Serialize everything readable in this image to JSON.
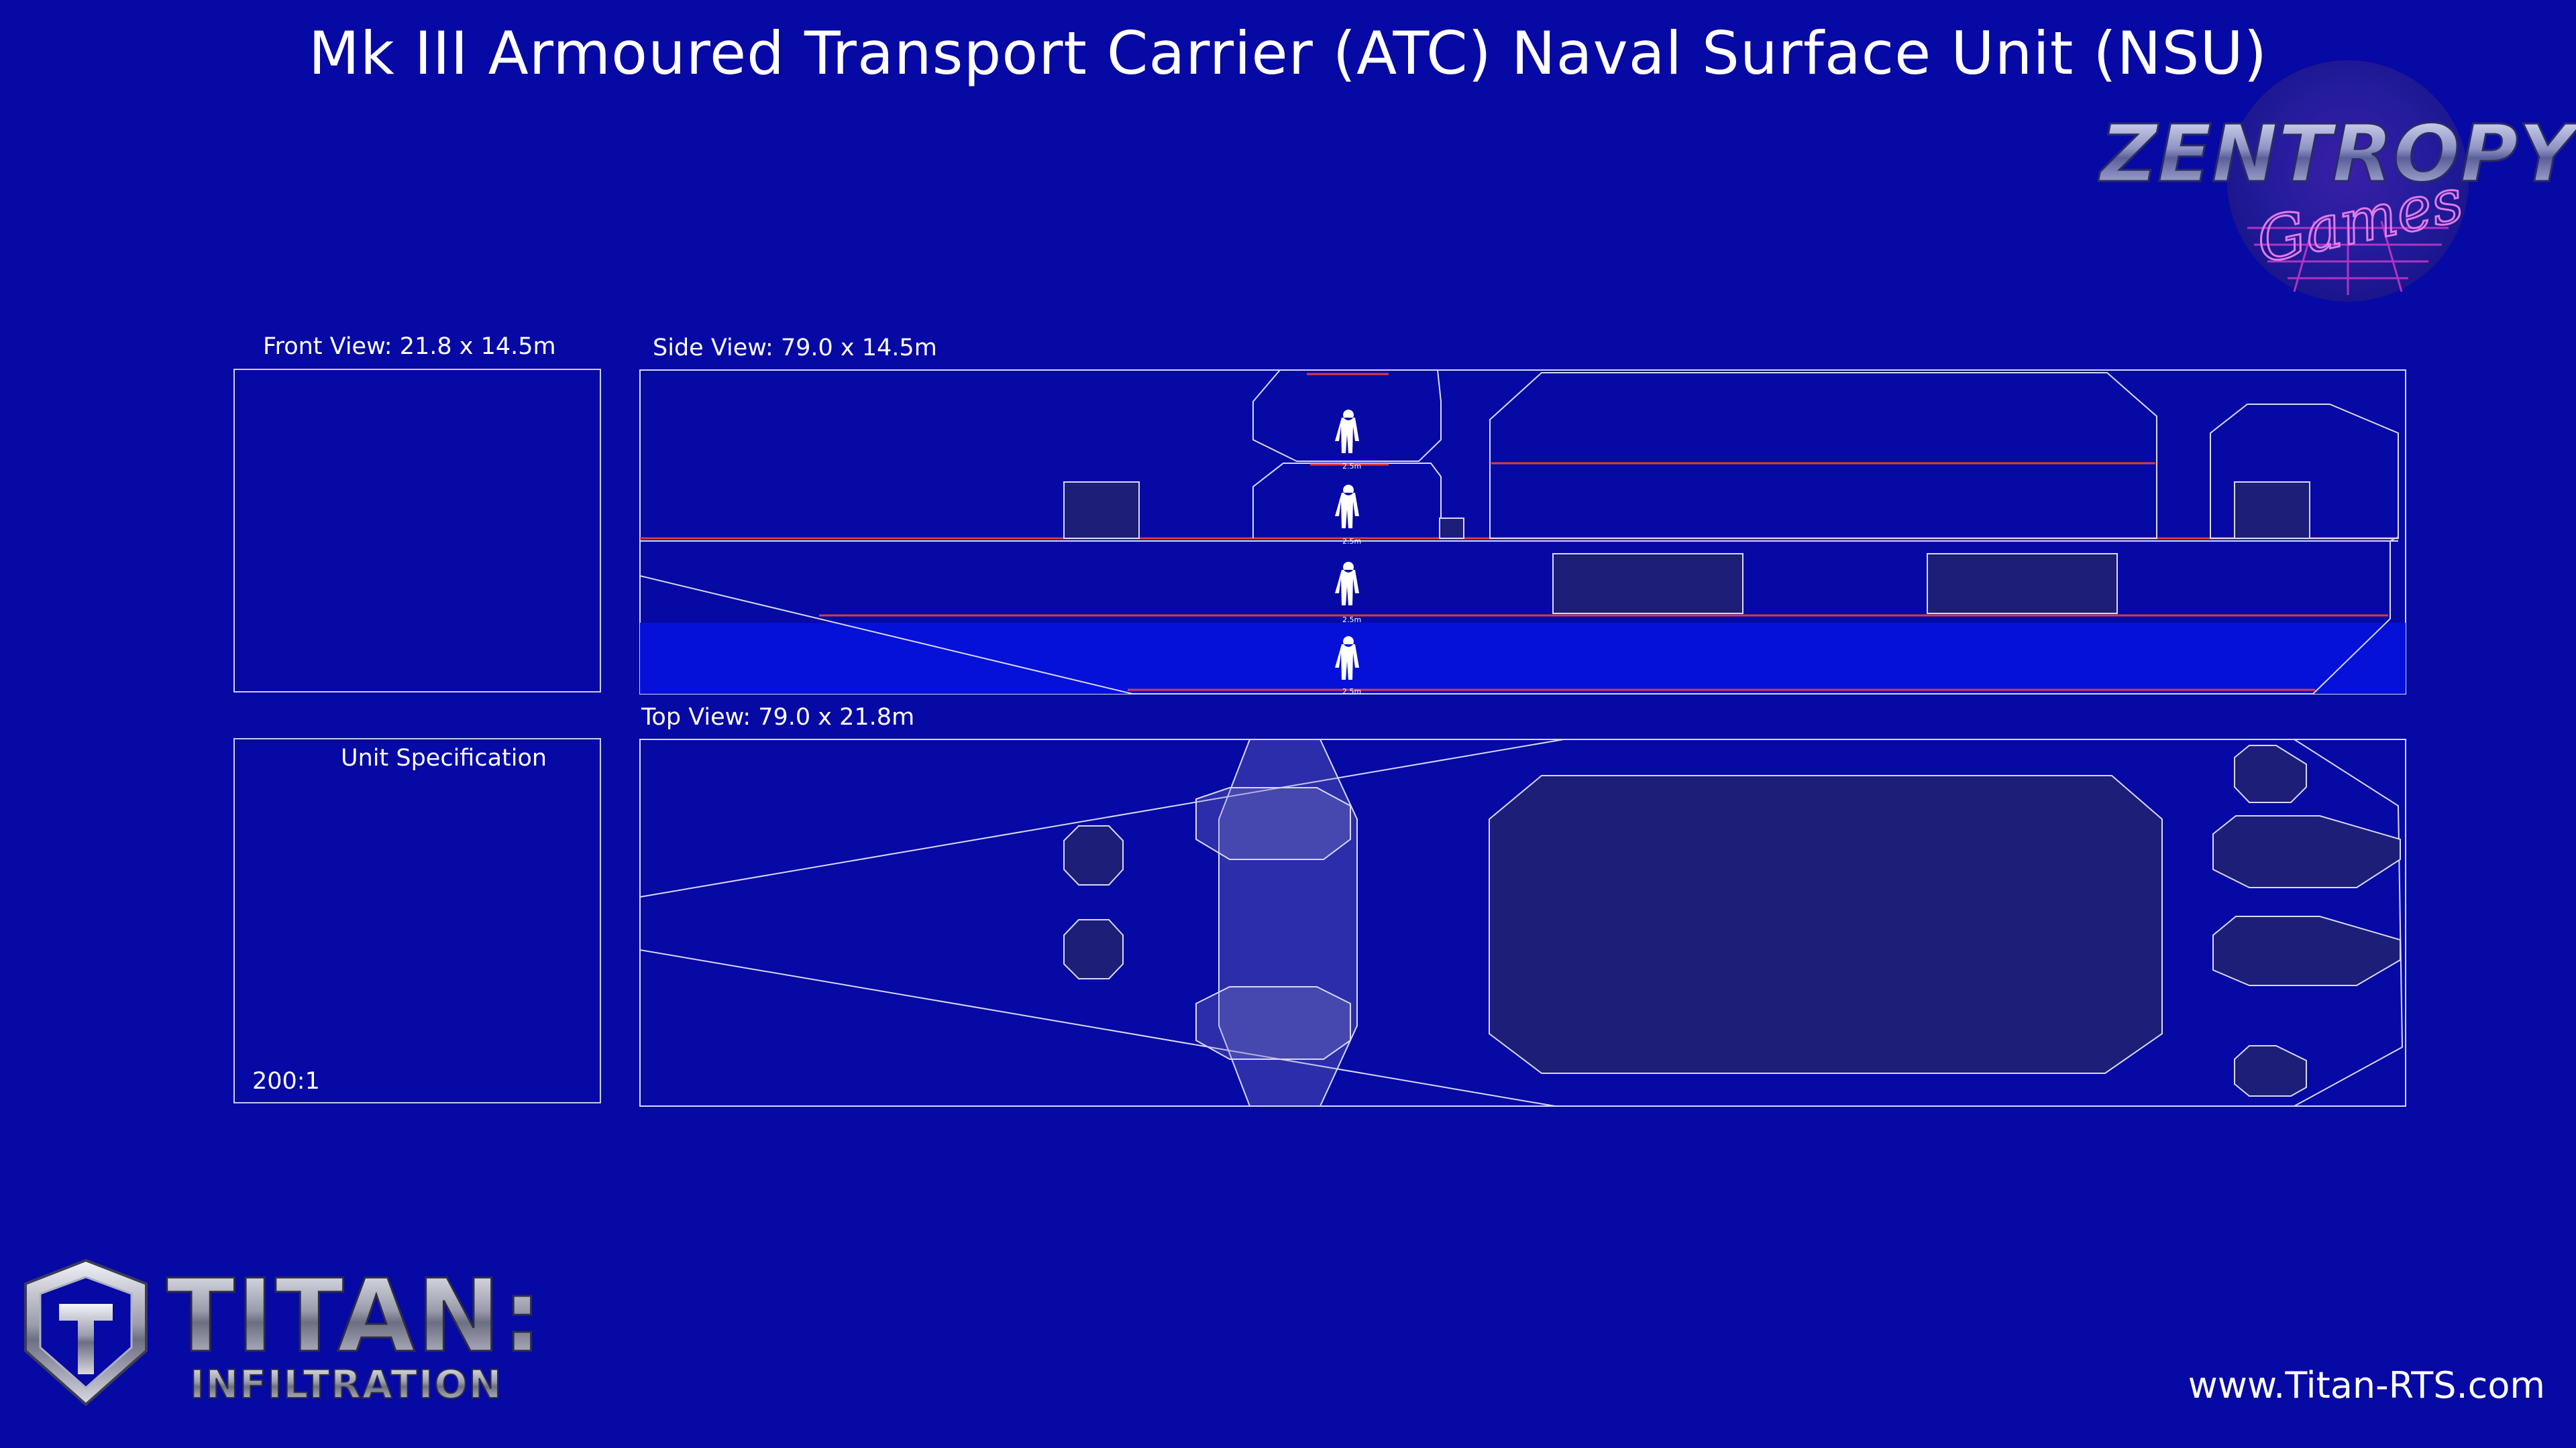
{
  "title": "Mk III Armoured Transport Carrier (ATC) Naval Surface Unit (NSU)",
  "views": {
    "front_label": "Front View: 21.8 x 14.5m",
    "side_label": "Side View: 79.0 x 14.5m",
    "top_label": "Top View: 79.0 x 21.8m"
  },
  "spec": {
    "title": "Unit Specification",
    "scale": "200:1"
  },
  "height_marker": "2.5m",
  "logos": {
    "zentropy_main": "ZENTROPY",
    "zentropy_sub": "Games",
    "titan_main": "TITAN:",
    "titan_sub": "INFILTRATION"
  },
  "website": "www.Titan-RTS.com"
}
